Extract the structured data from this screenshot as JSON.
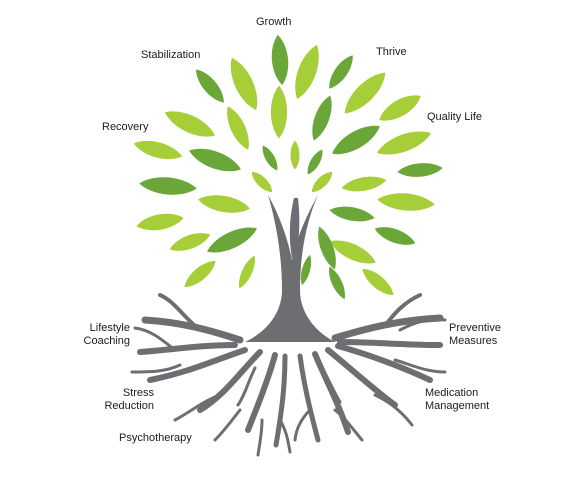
{
  "colors": {
    "leaf_light": "#a6ce39",
    "leaf_dark": "#6aa638",
    "trunk": "#6d6e71",
    "text": "#1c1c1c"
  },
  "labels": {
    "growth": "Growth",
    "stabilization": "Stabilization",
    "thrive": "Thrive",
    "recovery": "Recovery",
    "quality_life": "Quality Life",
    "lifestyle_line1": "Lifestyle",
    "lifestyle_line2": "Coaching",
    "preventive_line1": "Preventive",
    "preventive_line2": "Measures",
    "stress_line1": "Stress",
    "stress_line2": "Reduction",
    "medication_line1": "Medication",
    "medication_line2": "Management",
    "psychotherapy": "Psychotherapy"
  }
}
